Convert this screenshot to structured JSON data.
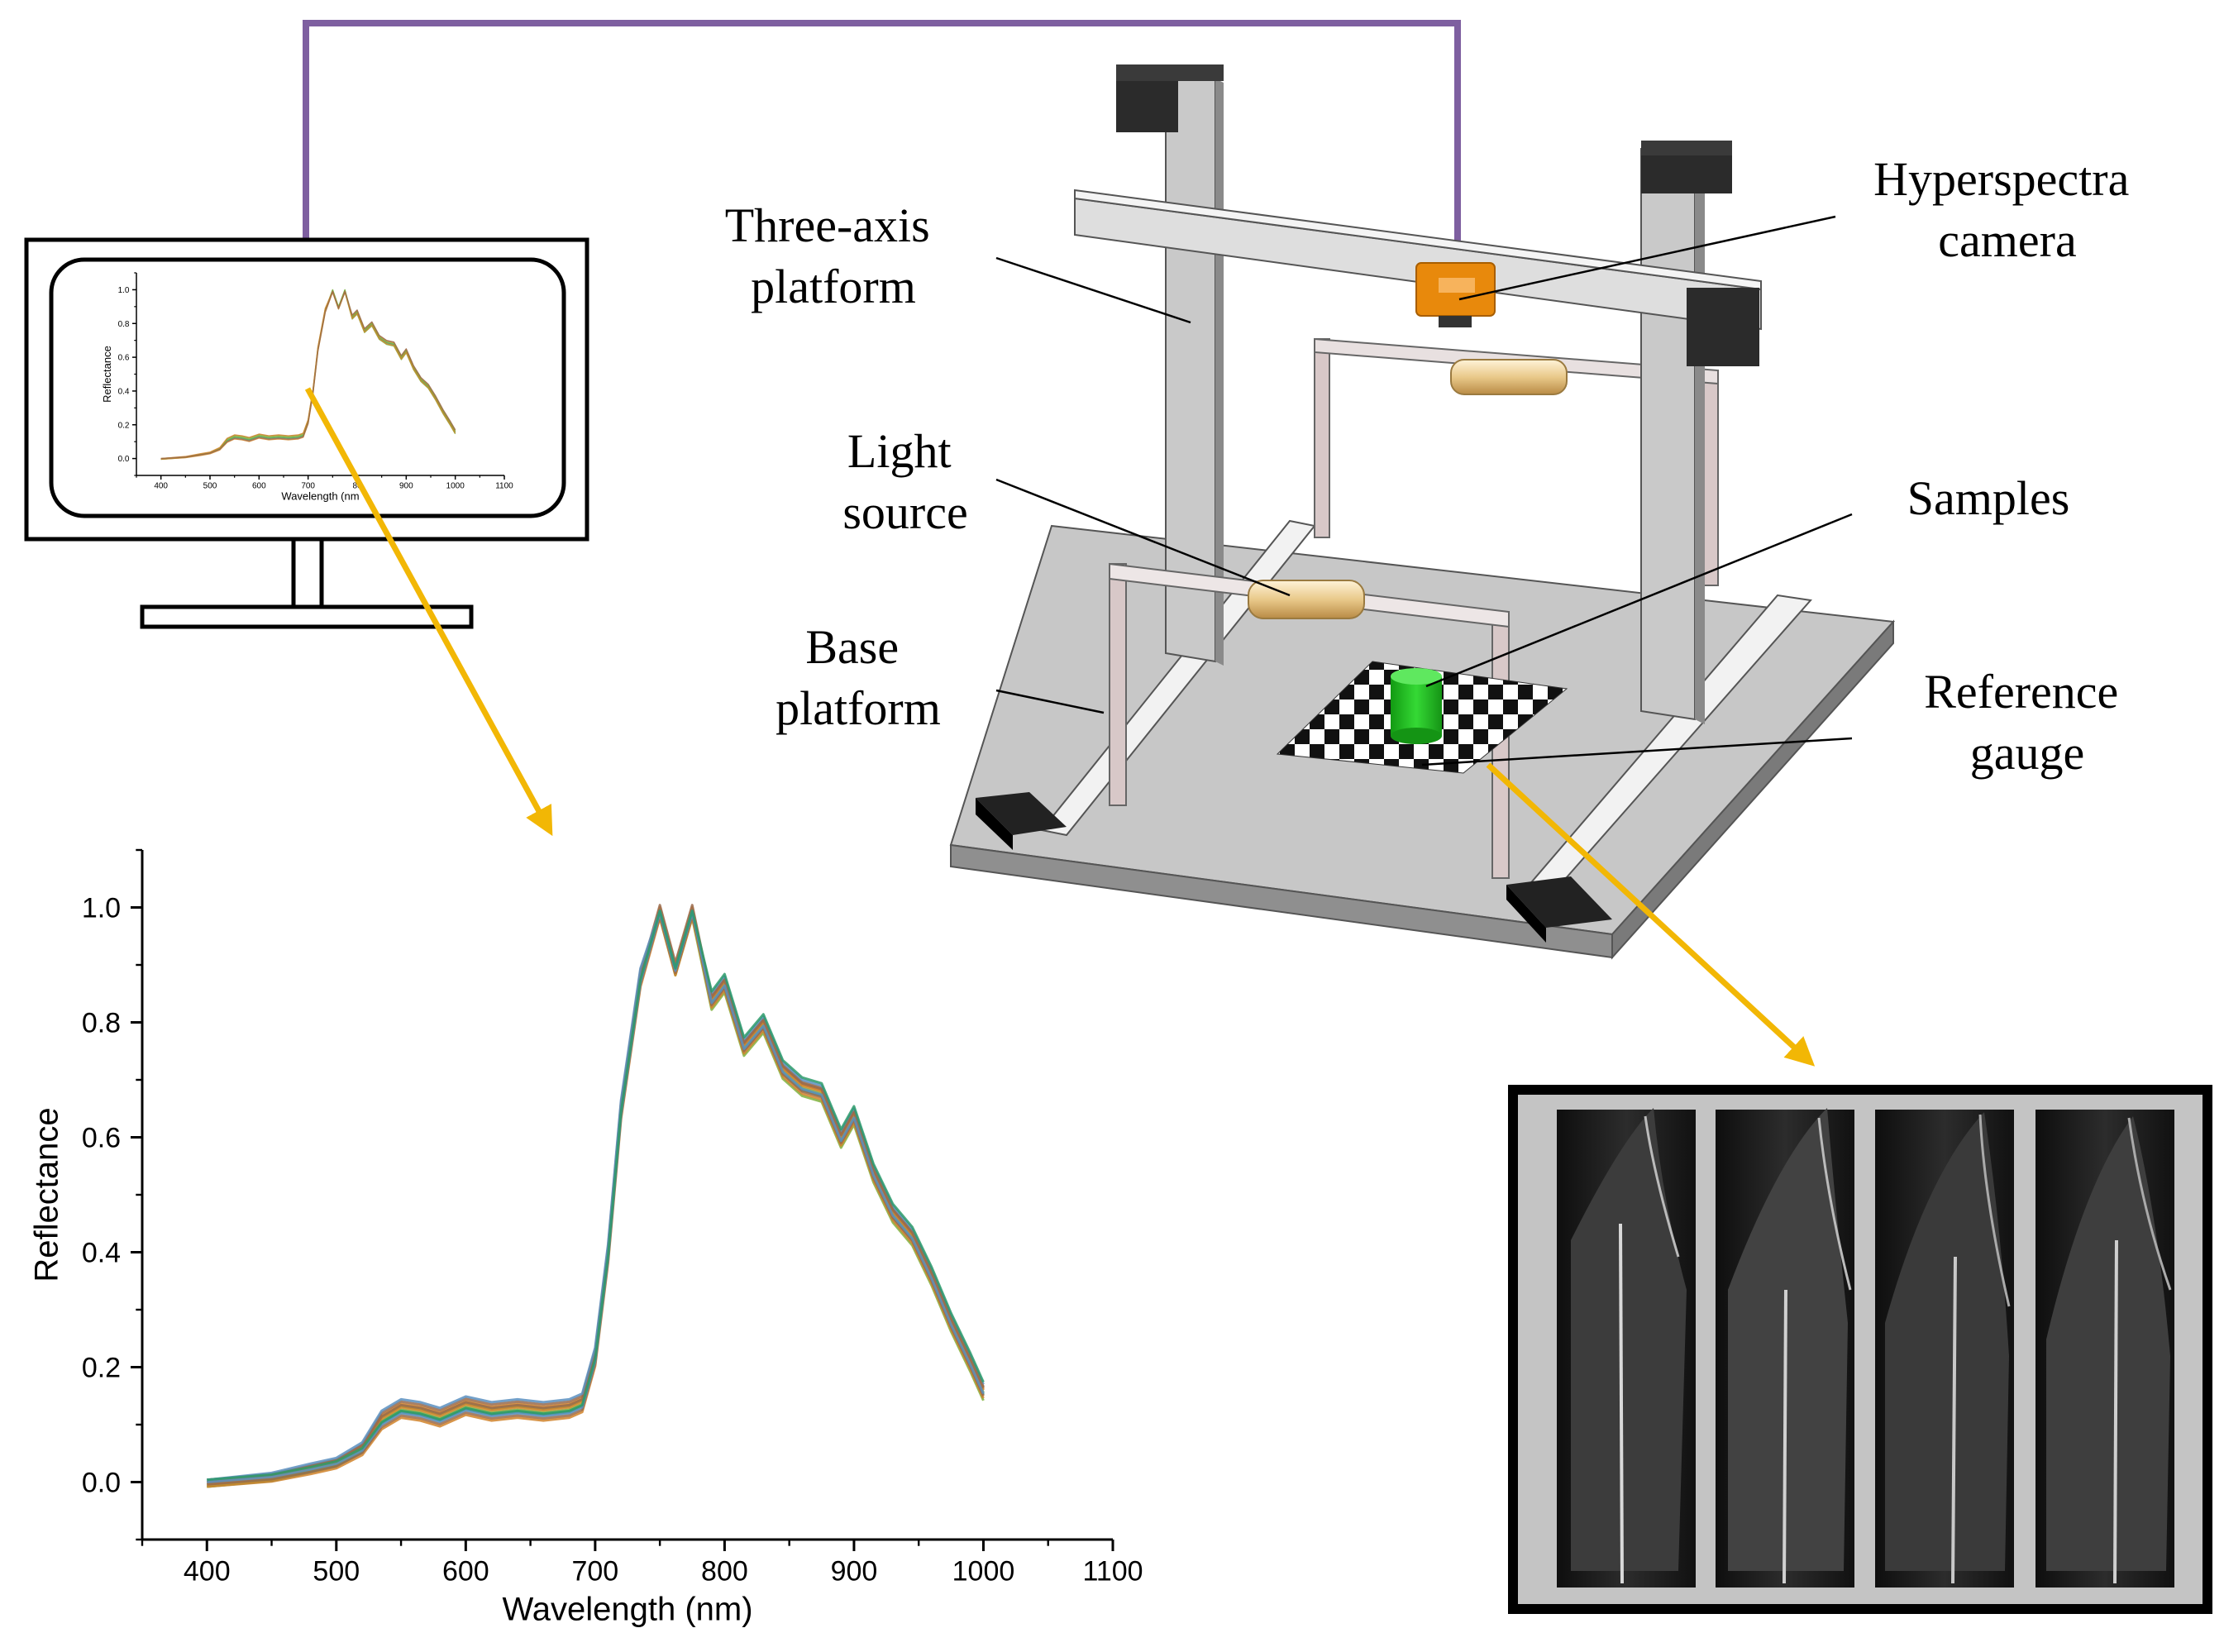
{
  "colors": {
    "connector": "#7e5fa0",
    "arrow": "#f2b705",
    "camera": "#e8890c",
    "sample": "#2fc42f",
    "frame": "#c4c4c4",
    "base": "#c8c8c8",
    "series": [
      "#2c9a6a",
      "#7fb03c",
      "#d0832a",
      "#9a6a4a",
      "#5a8fc0"
    ]
  },
  "icons": {
    "monitor": "monitor-icon",
    "camera": "camera-icon",
    "light": "cylinder-light-icon",
    "sample": "green-cylinder-icon"
  },
  "labels": {
    "three_axis": [
      "Three-axis",
      "platform"
    ],
    "hyperspectral": [
      "Hyperspectra",
      "camera"
    ],
    "light_source": [
      "Light",
      "source"
    ],
    "samples": [
      "Samples"
    ],
    "base_platform": [
      "Base",
      "platform"
    ],
    "reference_gauge": [
      "Reference",
      "gauge"
    ]
  },
  "chart_data": [
    {
      "id": "main-spectrum",
      "type": "line",
      "xlabel": "Wavelength (nm)",
      "ylabel": "Reflectance",
      "xlim": [
        350,
        1100
      ],
      "ylim": [
        -0.1,
        1.1
      ],
      "xticks": [
        "400",
        "500",
        "600",
        "700",
        "800",
        "900",
        "1000",
        "1100"
      ],
      "yticks": [
        "0.0",
        "0.2",
        "0.4",
        "0.6",
        "0.8",
        "1.0"
      ],
      "grid": false,
      "x": [
        400,
        450,
        480,
        500,
        520,
        535,
        550,
        565,
        580,
        600,
        620,
        640,
        660,
        680,
        690,
        700,
        710,
        720,
        735,
        750,
        762,
        775,
        790,
        800,
        815,
        830,
        845,
        860,
        875,
        890,
        900,
        915,
        930,
        945,
        960,
        975,
        990,
        1000
      ],
      "series": [
        {
          "values": [
            0.0,
            0.01,
            0.025,
            0.035,
            0.06,
            0.11,
            0.13,
            0.125,
            0.115,
            0.135,
            0.125,
            0.13,
            0.125,
            0.13,
            0.14,
            0.22,
            0.4,
            0.65,
            0.88,
            1.0,
            0.9,
            1.0,
            0.84,
            0.87,
            0.76,
            0.8,
            0.72,
            0.69,
            0.68,
            0.6,
            0.64,
            0.54,
            0.47,
            0.43,
            0.36,
            0.28,
            0.21,
            0.16
          ]
        },
        {
          "values": [
            0.0,
            0.012,
            0.028,
            0.038,
            0.065,
            0.12,
            0.14,
            0.135,
            0.125,
            0.145,
            0.135,
            0.14,
            0.135,
            0.14,
            0.15,
            0.23,
            0.41,
            0.66,
            0.89,
            0.99,
            0.89,
            0.99,
            0.83,
            0.86,
            0.75,
            0.79,
            0.71,
            0.68,
            0.67,
            0.59,
            0.63,
            0.53,
            0.46,
            0.42,
            0.35,
            0.27,
            0.2,
            0.15
          ]
        },
        {
          "values": [
            0.0,
            0.009,
            0.022,
            0.032,
            0.055,
            0.1,
            0.12,
            0.115,
            0.105,
            0.125,
            0.115,
            0.12,
            0.115,
            0.12,
            0.13,
            0.21,
            0.39,
            0.64,
            0.87,
            0.99,
            0.89,
            0.99,
            0.85,
            0.88,
            0.77,
            0.81,
            0.73,
            0.7,
            0.69,
            0.61,
            0.65,
            0.55,
            0.48,
            0.44,
            0.37,
            0.29,
            0.22,
            0.17
          ]
        }
      ]
    },
    {
      "id": "monitor-spectrum",
      "type": "line",
      "xlabel": "Wavelength (nm",
      "ylabel": "Reflectance",
      "xlim": [
        350,
        1100
      ],
      "ylim": [
        -0.1,
        1.1
      ],
      "xticks": [
        "400",
        "500",
        "600",
        "700",
        "80",
        "900",
        "1000",
        "1100"
      ],
      "yticks": [
        "0.0",
        "0.2",
        "0.4",
        "0.6",
        "0.8",
        "1.0"
      ],
      "grid": false
    }
  ]
}
